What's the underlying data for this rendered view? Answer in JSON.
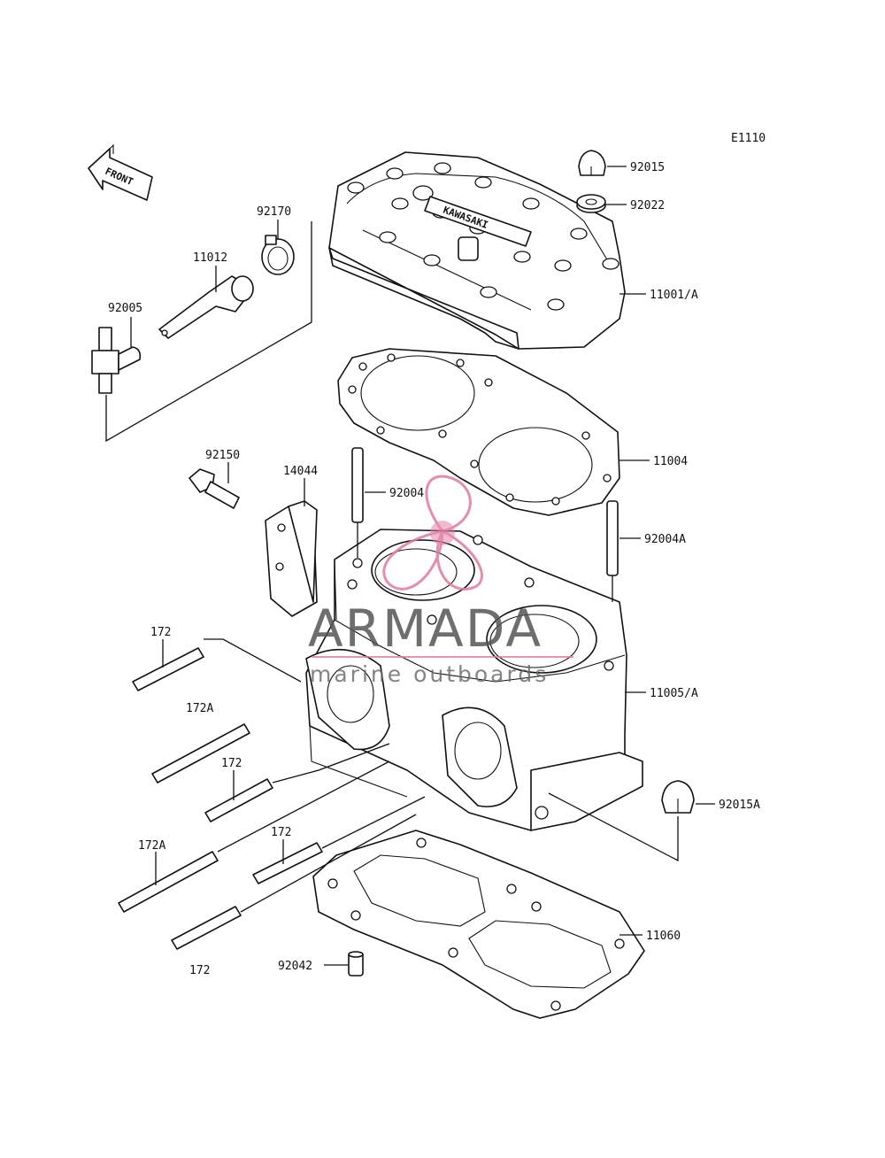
{
  "diagram_code": "E1110",
  "front_label": "FRONT",
  "watermark": {
    "title": "ARMADA",
    "subtitle": "marine outboards",
    "logo": "propeller-logo",
    "accent": "#e07aa0",
    "gray": "#555555"
  },
  "parts": [
    {
      "id": "p92015",
      "number": "92015"
    },
    {
      "id": "p92022",
      "number": "92022"
    },
    {
      "id": "p92170",
      "number": "92170"
    },
    {
      "id": "p11012",
      "number": "11012"
    },
    {
      "id": "p92005",
      "number": "92005"
    },
    {
      "id": "p11001",
      "number": "11001/A"
    },
    {
      "id": "p11004",
      "number": "11004"
    },
    {
      "id": "p92150",
      "number": "92150"
    },
    {
      "id": "p14044",
      "number": "14044"
    },
    {
      "id": "p92004",
      "number": "92004"
    },
    {
      "id": "p92004A",
      "number": "92004A"
    },
    {
      "id": "p172a",
      "number": "172"
    },
    {
      "id": "p172A_a",
      "number": "172A"
    },
    {
      "id": "p11005",
      "number": "11005/A"
    },
    {
      "id": "p172b",
      "number": "172"
    },
    {
      "id": "p92015A",
      "number": "92015A"
    },
    {
      "id": "p172c",
      "number": "172"
    },
    {
      "id": "p172A_b",
      "number": "172A"
    },
    {
      "id": "p11060",
      "number": "11060"
    },
    {
      "id": "p92042",
      "number": "92042"
    },
    {
      "id": "p172d",
      "number": "172"
    }
  ]
}
